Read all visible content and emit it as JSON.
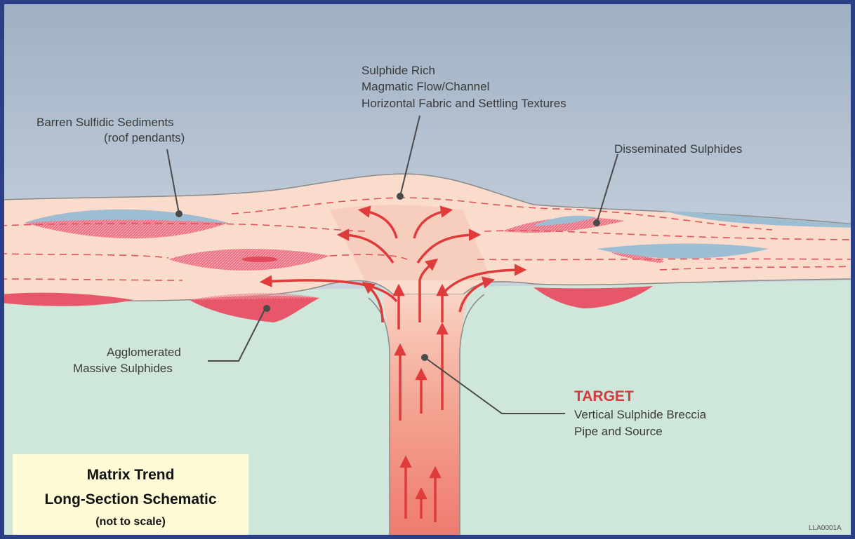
{
  "labels": {
    "barren_line1": "Barren Sulfidic Sediments",
    "barren_line2": "(roof pendants)",
    "sulphide_rich_line1": "Sulphide Rich",
    "sulphide_rich_line2": "Magmatic Flow/Channel",
    "sulphide_rich_line3": "Horizontal Fabric and Settling Textures",
    "disseminated": "Disseminated Sulphides",
    "agglomerated_line1": "Agglomerated",
    "agglomerated_line2": "Massive Sulphides",
    "target_title": "TARGET",
    "target_line1": "Vertical Sulphide Breccia",
    "target_line2": "Pipe and Source"
  },
  "legend_box": {
    "title_line1": "Matrix Trend",
    "title_line2": "Long-Section Schematic",
    "note": "(not to scale)"
  },
  "figure_code": "LLA0001A",
  "colors": {
    "frame": "#2b3f86",
    "sky_top": "#9fb0c4",
    "sky_bottom": "#eef2f5",
    "host_rock": "#cfe6da",
    "sill": "#f9dccb",
    "sulphide_red": "#e8566a",
    "arrow_red": "#e03b3b",
    "barren_blue": "#9dbdd3",
    "legend_bg": "#fffbd6"
  }
}
